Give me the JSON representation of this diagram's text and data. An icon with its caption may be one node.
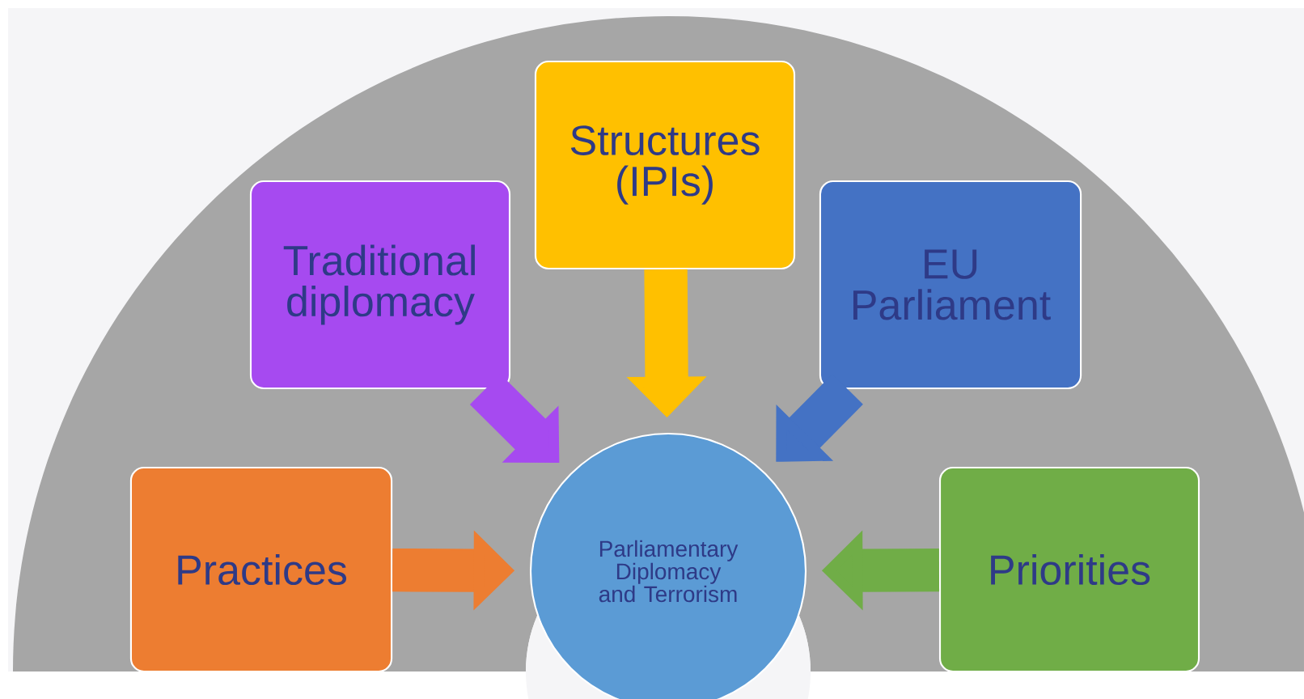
{
  "diagram": {
    "nodes": [
      {
        "text": [
          "Parliamentary Diplomacy and Terrorism"
        ]
      },
      {
        "text": [
          "Practices"
        ]
      },
      {
        "text": [
          "Traditional diplomacy"
        ]
      },
      {
        "text": [
          "Structures (IPIs)"
        ]
      },
      {
        "text": [
          "EU Parliament"
        ]
      },
      {
        "text": [
          "Priorities"
        ]
      }
    ],
    "edges": [
      {
        "from": 1,
        "to": 0,
        "arrow": "to",
        "color": "#ed7d31"
      },
      {
        "from": 2,
        "to": 0,
        "arrow": "to",
        "color": "#a64af0"
      },
      {
        "from": 3,
        "to": 0,
        "arrow": "to",
        "color": "#ffc000"
      },
      {
        "from": 4,
        "to": 0,
        "arrow": "to",
        "color": "#4472c4"
      },
      {
        "from": 5,
        "to": 0,
        "arrow": "to",
        "color": "#70ad47"
      }
    ]
  }
}
